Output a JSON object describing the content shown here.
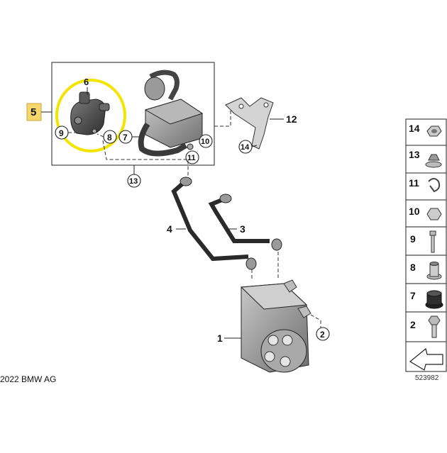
{
  "callouts": {
    "c1": "1",
    "c2": "2",
    "c3": "3",
    "c4": "4",
    "c5": "5",
    "c6": "6",
    "c7": "7",
    "c8": "8",
    "c9": "9",
    "c10": "10",
    "c11": "11",
    "c12": "12",
    "c13": "13",
    "c14": "14"
  },
  "parts_list": [
    "14",
    "13",
    "11",
    "10",
    "9",
    "8",
    "7",
    "2"
  ],
  "copyright": "2022 BMW AG",
  "diagram_id": "523982",
  "colors": {
    "highlight_ring": "#f2e600",
    "highlight_box": "#f5d76e",
    "part_dark": "#4a4a4a",
    "part_mid": "#8a8a8a"
  }
}
